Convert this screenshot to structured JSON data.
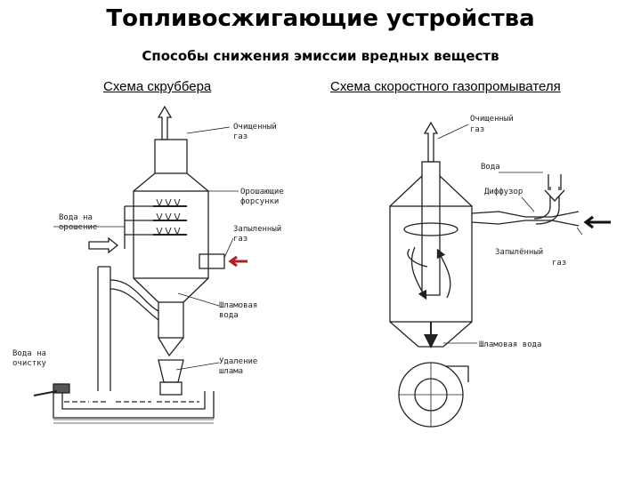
{
  "page": {
    "title": "Топливосжигающие устройства",
    "subtitle": "Способы снижения эмиссии вредных веществ"
  },
  "scrubber": {
    "caption": "Схема скруббера",
    "labels": {
      "clean_gas_1": "Очищенный",
      "clean_gas_2": "газ",
      "nozzles_1": "Орошающие",
      "nozzles_2": "форсунки",
      "dusty_gas_1": "Запыленный",
      "dusty_gas_2": "газ",
      "sludge_1": "Шламовая",
      "sludge_2": "вода",
      "removal_1": "Удаление",
      "removal_2": "шлама",
      "water_spray_1": "Вода на",
      "water_spray_2": "орошение",
      "water_clean_1": "Вода на",
      "water_clean_2": "очистку"
    }
  },
  "venturi": {
    "caption": "Схема скоростного газопромывателя ",
    "labels": {
      "clean_gas_1": "Очищенный",
      "clean_gas_2": "газ",
      "water": "Вода",
      "diffuser": "Диффузор",
      "dusty_gas_1": "Запылённый",
      "dusty_gas_2": "газ",
      "sludge": "Шламовая вода"
    }
  },
  "colors": {
    "inlet_arrow": "#b02020",
    "line": "#222222"
  }
}
